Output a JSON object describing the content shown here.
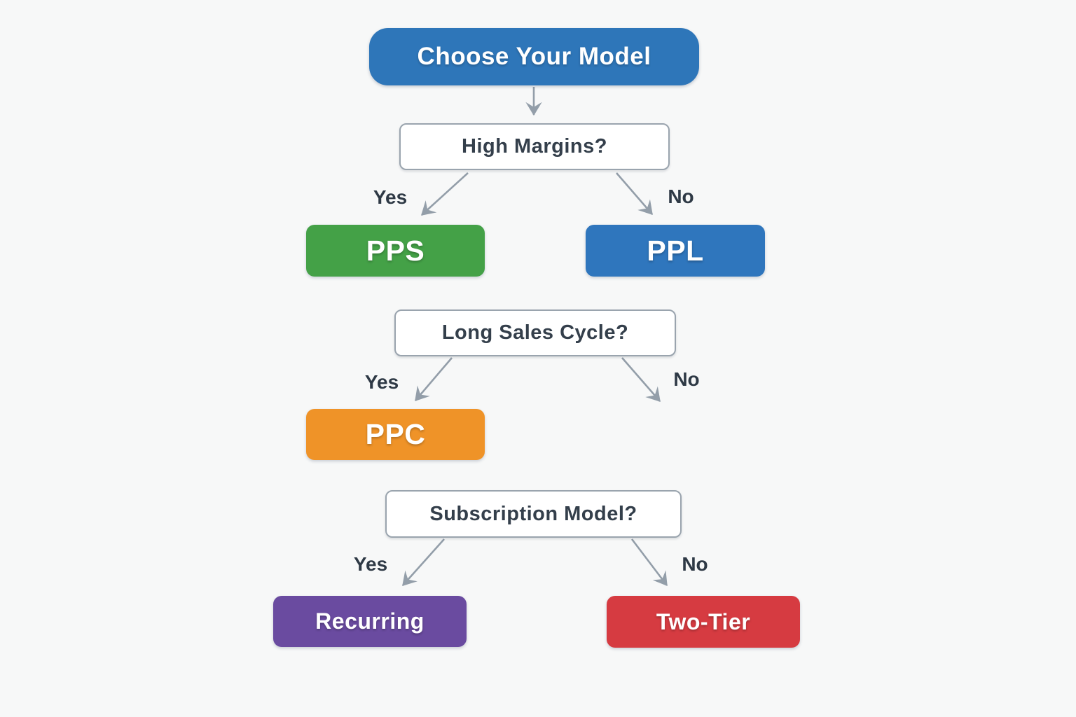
{
  "diagram": {
    "title": "Choose Your Model",
    "type": "decision-tree-flowchart",
    "colors": {
      "background": "#f7f8f8",
      "start_blue": "#2e76b9",
      "question_border": "#9aa4ae",
      "question_text": "#343f4b",
      "pps_green": "#44a147",
      "ppl_blue": "#2f76bd",
      "ppc_orange": "#ef9328",
      "recurring_purple": "#6a4ba0",
      "two_tier_red": "#d63b41",
      "arrow_gray": "#939ea9",
      "edge_label_text": "#2e3945"
    },
    "nodes": {
      "start": {
        "label": "Choose Your Model"
      },
      "q_margins": {
        "label": "High Margins?"
      },
      "pps": {
        "label": "PPS"
      },
      "ppl": {
        "label": "PPL"
      },
      "q_sales_cycle": {
        "label": "Long Sales Cycle?"
      },
      "ppc": {
        "label": "PPC"
      },
      "q_subscription": {
        "label": "Subscription Model?"
      },
      "recurring": {
        "label": "Recurring"
      },
      "two_tier": {
        "label": "Two-Tier"
      }
    },
    "edges": {
      "start_to_q_margins": {
        "label": ""
      },
      "q_margins_yes": {
        "label": "Yes",
        "target": "PPS"
      },
      "q_margins_no": {
        "label": "No",
        "target": "PPL"
      },
      "q_sales_cycle_yes": {
        "label": "Yes",
        "target": "PPC"
      },
      "q_sales_cycle_no": {
        "label": "No",
        "target": ""
      },
      "q_subscription_yes": {
        "label": "Yes",
        "target": "Recurring"
      },
      "q_subscription_no": {
        "label": "No",
        "target": "Two-Tier"
      }
    }
  }
}
